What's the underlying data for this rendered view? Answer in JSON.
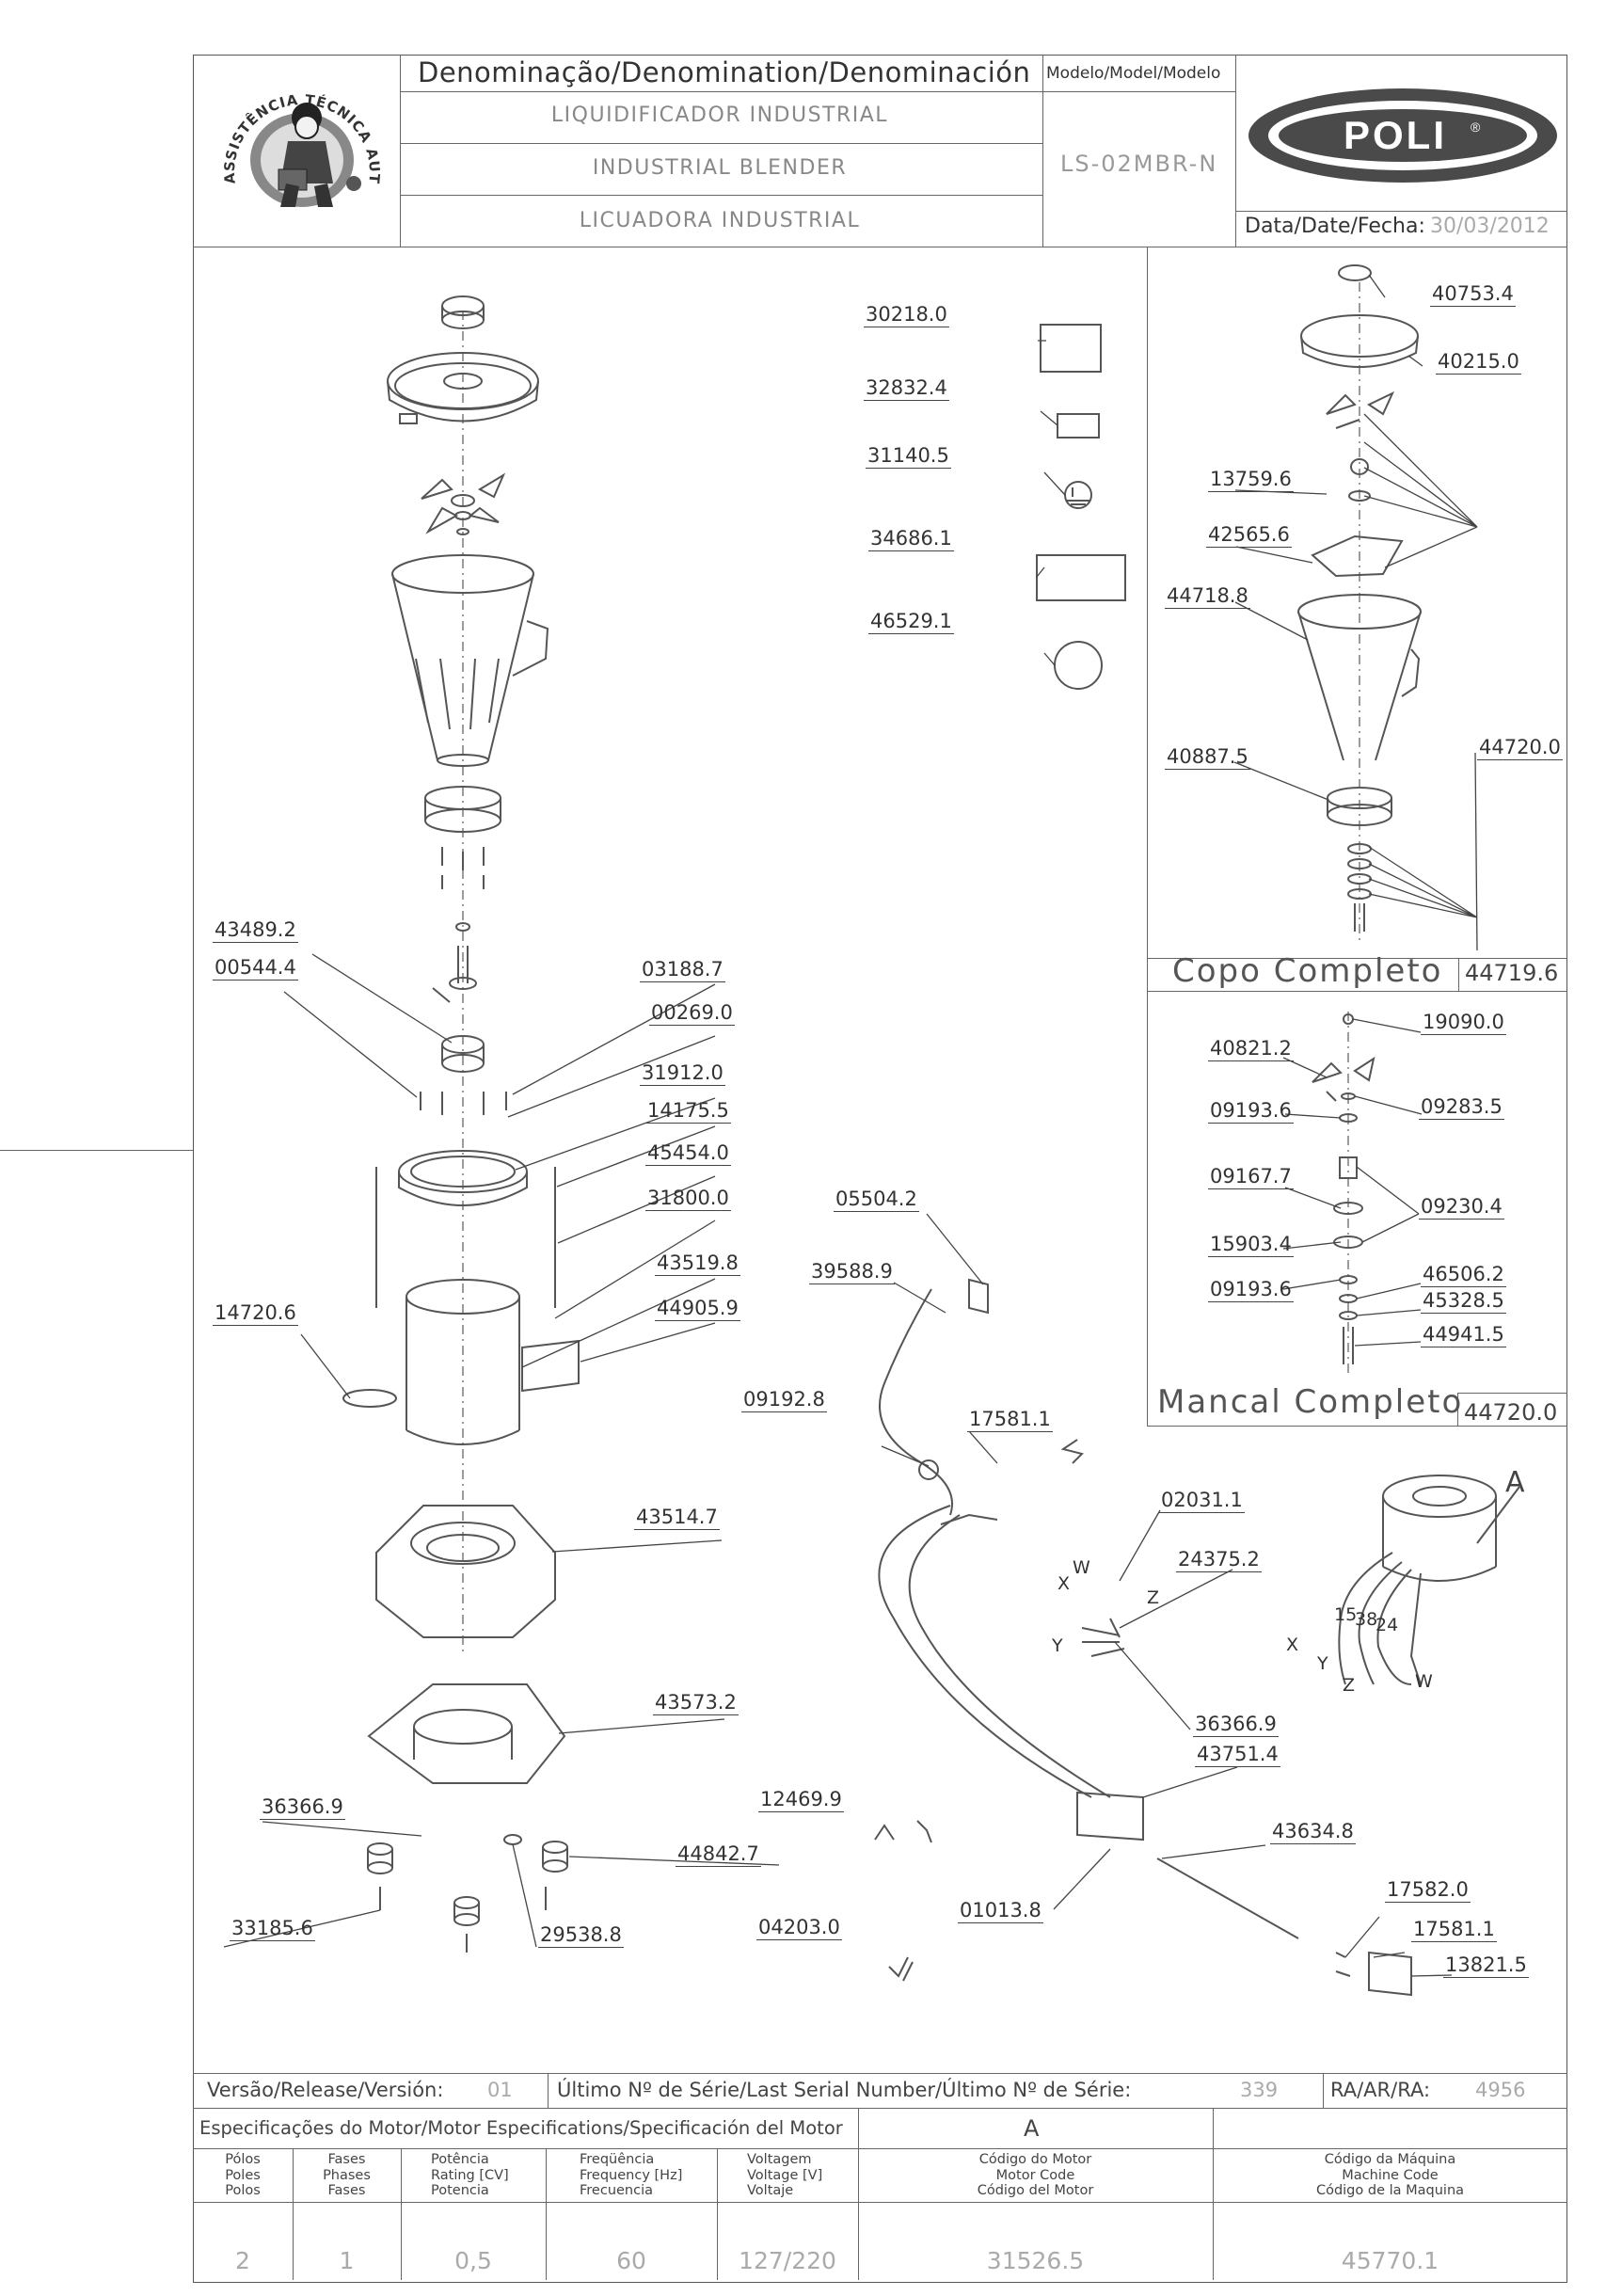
{
  "title_block": {
    "denomination_header": "Denominação/Denomination/Denominación",
    "name_pt": "LIQUIDIFICADOR INDUSTRIAL",
    "name_en": "INDUSTRIAL BLENDER",
    "name_es": "LICUADORA INDUSTRIAL",
    "model_header": "Modelo/Model/Modelo",
    "model_value": "LS-02MBR-N",
    "brand": "POLI",
    "brand_mark": "®",
    "date_label": "Data/Date/Fecha:",
    "date_value": "30/03/2012",
    "seal_text": "ASSISTÊNCIA TÉCNICA AUTORIZADA"
  },
  "sections": {
    "copo_title": "Copo Completo",
    "copo_code": "44719.6",
    "mancal_title": "Mancal Completo",
    "mancal_code": "44720.0",
    "detail_letter": "A"
  },
  "parts": {
    "p30218": "30218.0",
    "p32832": "32832.4",
    "p31140": "31140.5",
    "p34686": "34686.1",
    "p46529": "46529.1",
    "p43489": "43489.2",
    "p00544": "00544.4",
    "p03188": "03188.7",
    "p00269": "00269.0",
    "p31912": "31912.0",
    "p14175": "14175.5",
    "p45454": "45454.0",
    "p31800": "31800.0",
    "p43519": "43519.8",
    "p44905": "44905.9",
    "p14720": "14720.6",
    "p43514": "43514.7",
    "p43573": "43573.2",
    "p36366a": "36366.9",
    "p44842": "44842.7",
    "p33185": "33185.6",
    "p29538": "29538.8",
    "p05504": "05504.2",
    "p39588": "39588.9",
    "p09192": "09192.8",
    "p17581a": "17581.1",
    "p02031": "02031.1",
    "p24375": "24375.2",
    "p36366b": "36366.9",
    "p43751": "43751.4",
    "p12469": "12469.9",
    "p43634": "43634.8",
    "p01013": "01013.8",
    "p04203": "04203.0",
    "p17582": "17582.0",
    "p17581b": "17581.1",
    "p13821": "13821.5",
    "p40753": "40753.4",
    "p40215": "40215.0",
    "p13759": "13759.6",
    "p42565": "42565.6",
    "p44718": "44718.8",
    "p44720": "44720.0",
    "p40887": "40887.5",
    "p19090": "19090.0",
    "p40821": "40821.2",
    "p09193a": "09193.6",
    "p09283": "09283.5",
    "p09167": "09167.7",
    "p09230": "09230.4",
    "p15903": "15903.4",
    "p09193b": "09193.6",
    "p46506": "46506.2",
    "p45328": "45328.5",
    "p44941": "44941.5"
  },
  "wire_labels": {
    "X1": "X",
    "W1": "W",
    "Z1": "Z",
    "Y1": "Y",
    "X2": "X",
    "Y2": "Y",
    "Z2": "Z",
    "W2": "W",
    "n15": "15",
    "n38": "38",
    "n24": "24"
  },
  "bottom": {
    "release_label": "Versão/Release/Versión:",
    "release_value": "01",
    "serial_label": "Último Nº de Série/Last Serial Number/Último Nº de Série:",
    "serial_value": "339",
    "ra_label": "RA/AR/RA:",
    "ra_value": "4956",
    "spec_label": "Especificações do Motor/Motor Especifications/Specificación del Motor",
    "spec_letter": "A",
    "headers": {
      "polos": [
        "Pólos",
        "Poles",
        "Polos"
      ],
      "fases": [
        "Fases",
        "Phases",
        "Fases"
      ],
      "potencia": [
        "Potência",
        "Rating [CV]",
        "Potencia"
      ],
      "frequencia": [
        "Freqüência",
        "Frequency [Hz]",
        "Frecuencia"
      ],
      "voltagem": [
        "Voltagem",
        "Voltage [V]",
        "Voltaje"
      ],
      "motor": [
        "Código do Motor",
        "Motor Code",
        "Código del Motor"
      ],
      "maquina": [
        "Código da Máquina",
        "Machine Code",
        "Código de la Maquina"
      ]
    },
    "values": {
      "polos": "2",
      "fases": "1",
      "potencia": "0,5",
      "frequencia": "60",
      "voltagem": "127/220",
      "motor": "31526.5",
      "maquina": "45770.1"
    }
  }
}
